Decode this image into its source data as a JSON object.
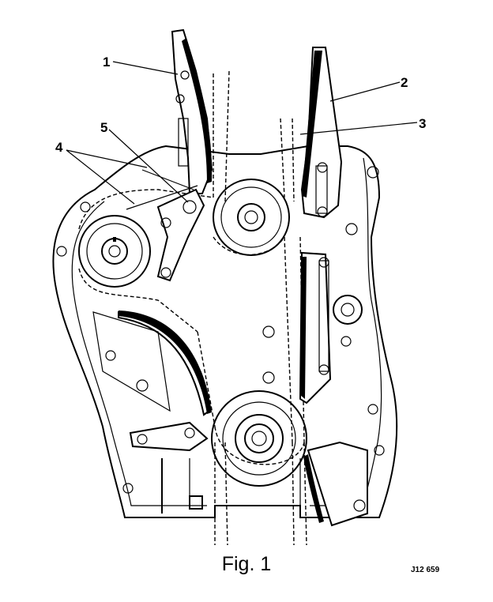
{
  "figure": {
    "callouts": [
      "1",
      "2",
      "3",
      "4",
      "5"
    ],
    "caption": "Fig. 1",
    "reference_code": "J12 659"
  }
}
